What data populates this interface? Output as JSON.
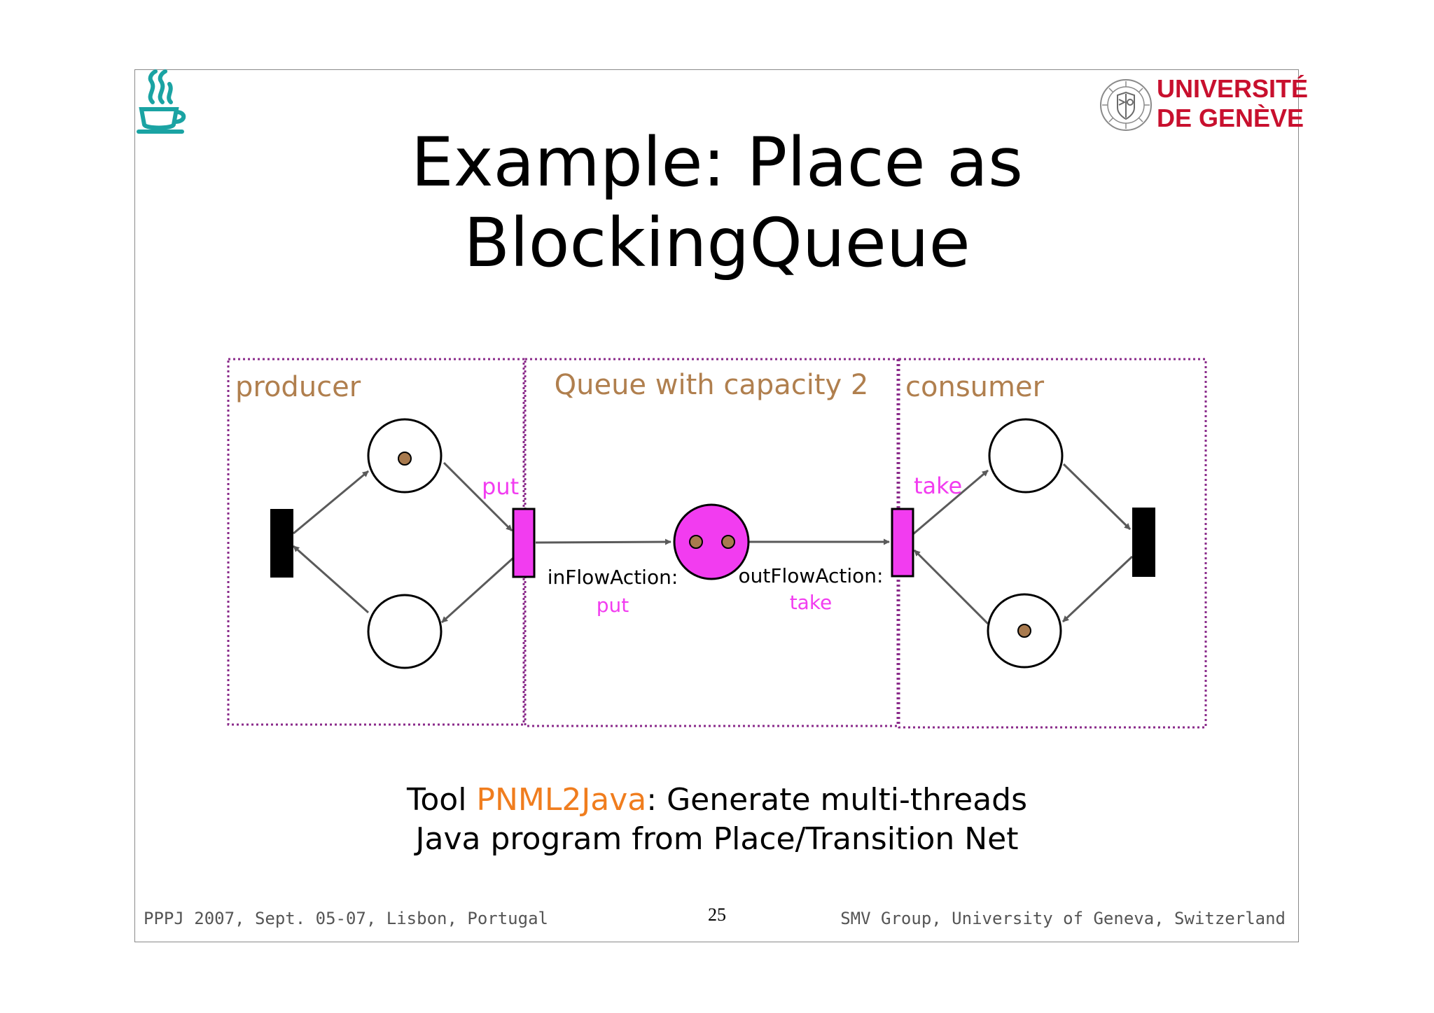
{
  "slide": {
    "title_line1": "Example: Place as",
    "title_line2": "BlockingQueue",
    "university": {
      "line1": "UNIVERSITÉ",
      "line2": "DE GENÈVE"
    },
    "caption": {
      "pre": "Tool ",
      "tool": "PNML2Java",
      "post": ": Generate multi-threads",
      "line2": "Java program from Place/Transition Net"
    },
    "footer_left": "PPPJ 2007, Sept. 05-07, Lisbon, Portugal",
    "page_number": "25",
    "footer_right": "SMV Group, University of Geneva, Switzerland"
  },
  "diagram": {
    "regions": {
      "producer": "producer",
      "queue": "Queue with capacity 2",
      "consumer": "consumer"
    },
    "transitions": {
      "put": "put",
      "take": "take"
    },
    "in_flow": {
      "label": "inFlowAction:",
      "value": "put"
    },
    "out_flow": {
      "label": "outFlowAction:",
      "value": "take"
    },
    "tokens": {
      "producer_top": 1,
      "producer_bottom": 0,
      "queue": 2,
      "consumer_top": 0,
      "consumer_bottom": 1
    },
    "colors": {
      "region_border": "#8a2a8a",
      "region_label": "#b07f4e",
      "transition_pink": "#f23cf0",
      "token": "#a87a4e",
      "arc": "#5a5a5a",
      "highlight": "#f07d1e",
      "university_red": "#c8102e",
      "logo_teal": "#1aa3a3"
    },
    "icons": [
      "coffee-cup-icon",
      "university-seal-icon"
    ]
  }
}
